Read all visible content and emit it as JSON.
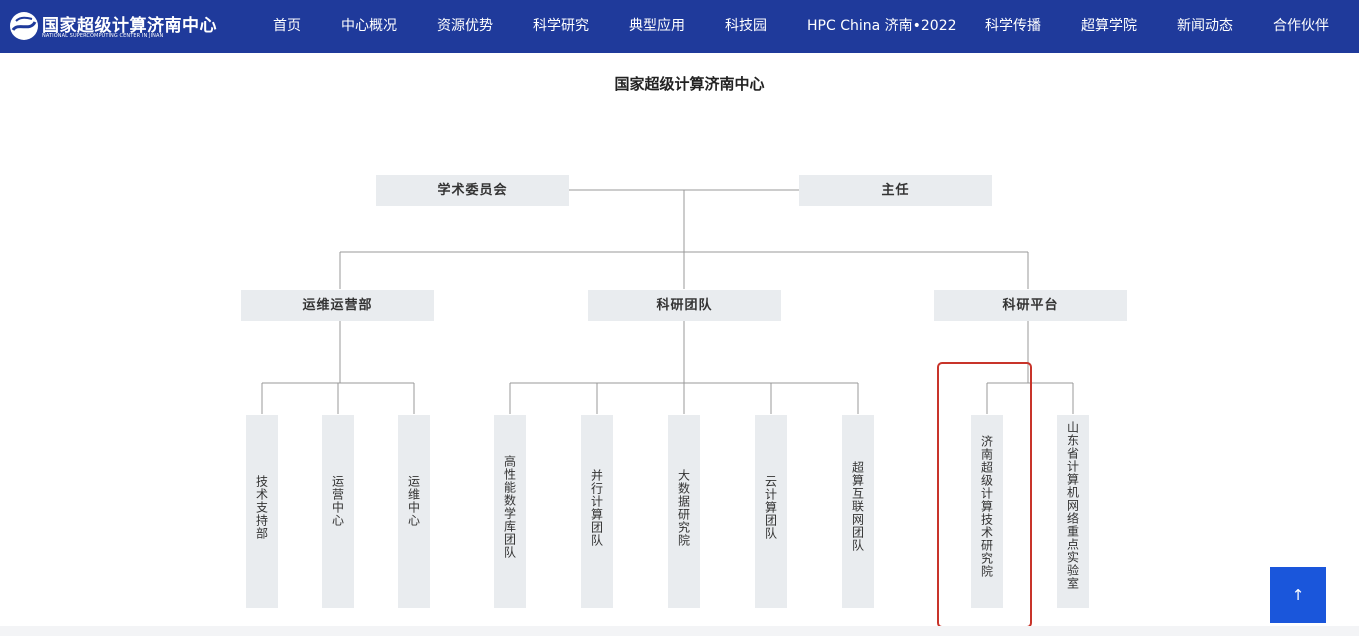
{
  "header": {
    "logo_title": "国家超级计算济南中心",
    "logo_subtitle": "NATIONAL SUPERCOMPUTING CENTER IN JINAN",
    "nav": [
      "首页",
      "中心概况",
      "资源优势",
      "科学研究",
      "典型应用",
      "科技园",
      "HPC China 济南•2022",
      "科学传播",
      "超算学院",
      "新闻动态",
      "合作伙伴"
    ],
    "background_color": "#1f3a9b"
  },
  "page_title": "国家超级计算济南中心",
  "org_chart": {
    "top": [
      "学术委员会",
      "主任"
    ],
    "departments": [
      "运维运营部",
      "科研团队",
      "科研平台"
    ],
    "ops_units": [
      "技术支持部",
      "运营中心",
      "运维中心"
    ],
    "research_teams": [
      "高性能数学库团队",
      "并行计算团队",
      "大数据研究院",
      "云计算团队",
      "超算互联网团队"
    ],
    "platforms": [
      "济南超级计算技术研究院",
      "山东省计算机网络重点实验室"
    ],
    "highlighted": "济南超级计算技术研究院",
    "highlight_color": "#c8342a"
  },
  "scroll_top": {
    "icon": "arrow-up-icon",
    "glyph": "↑",
    "color": "#1a56db"
  }
}
